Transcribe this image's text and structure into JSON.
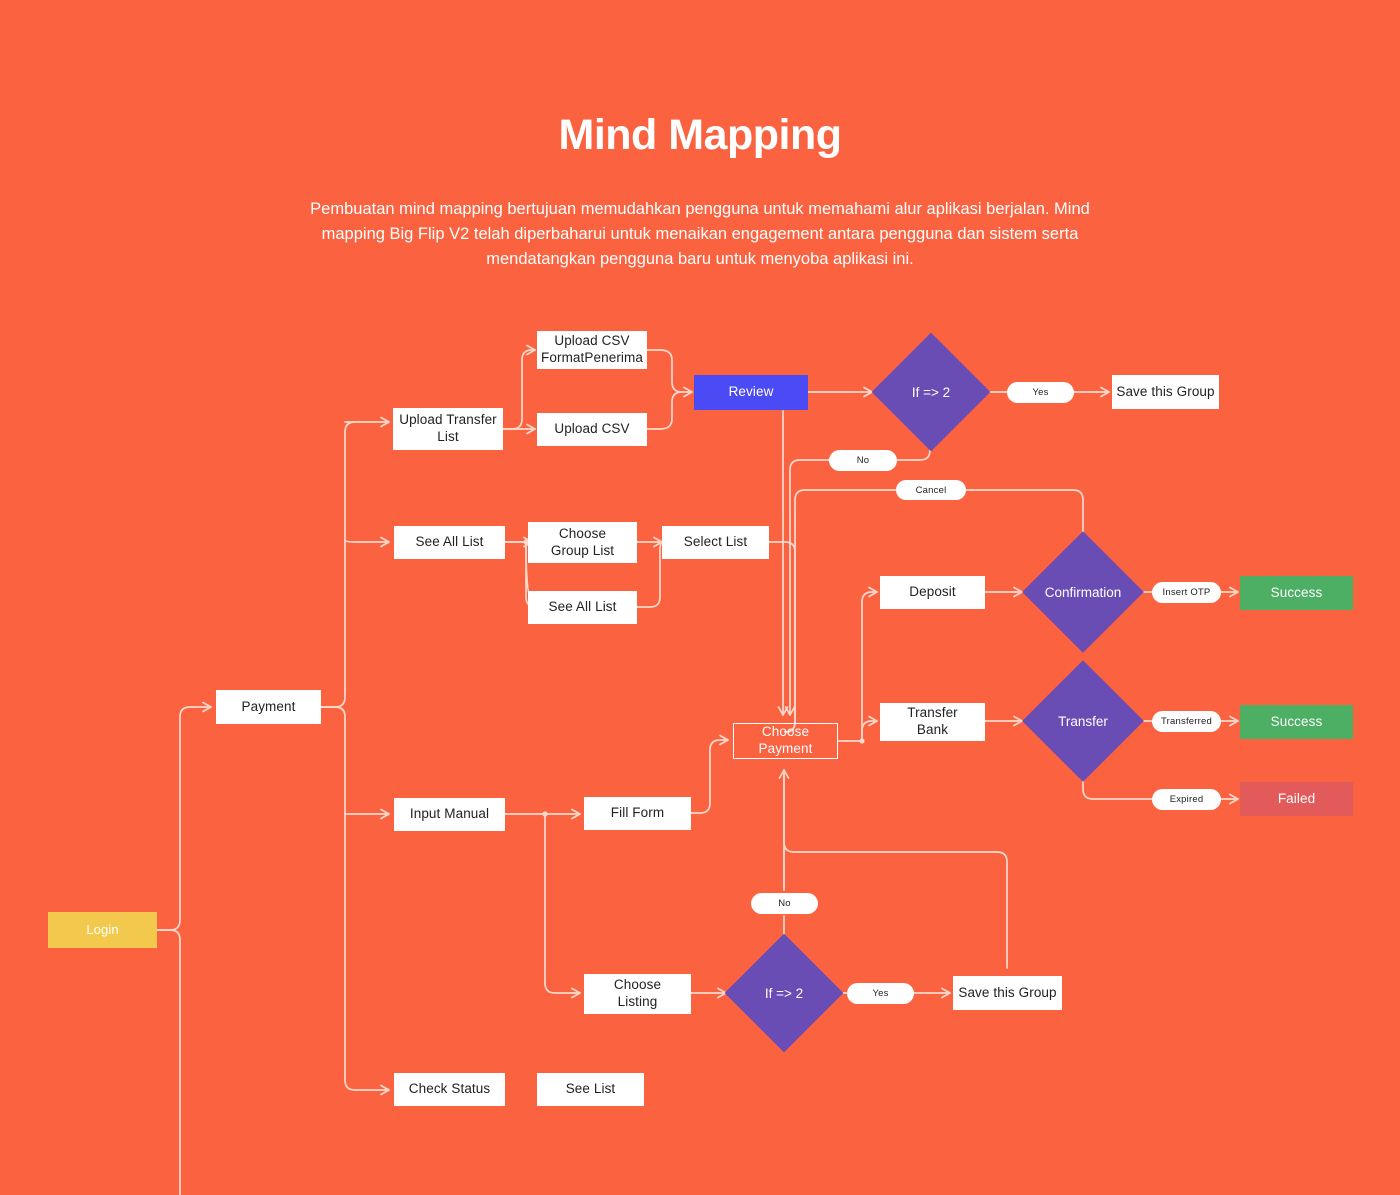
{
  "header": {
    "title": "Mind Mapping",
    "description": "Pembuatan mind mapping bertujuan memudahkan pengguna untuk memahami alur aplikasi berjalan. Mind mapping Big Flip V2 telah diperbaharui untuk menaikan engagement antara pengguna dan sistem serta mendatangkan pengguna baru untuk menyoba aplikasi ini."
  },
  "colors": {
    "background": "#FB6240",
    "connector": "#FFD9CC",
    "node_white": "#FFFFFF",
    "node_text_dark": "#222222",
    "decision_purple": "#6A4CB5",
    "process_blue": "#4B4BF5",
    "start_yellow": "#F2C94C",
    "success_green": "#4CAF63",
    "failed_red": "#E35A5A"
  },
  "chart_data": {
    "type": "diagram",
    "title": "Mind Mapping",
    "nodes": [
      {
        "id": "login",
        "label": "Login",
        "shape": "rect",
        "style": "yellow"
      },
      {
        "id": "payment",
        "label": "Payment",
        "shape": "rect",
        "style": "white"
      },
      {
        "id": "upload-transfer",
        "label": "Upload Transfer\nList",
        "shape": "rect",
        "style": "white"
      },
      {
        "id": "upload-csv-format",
        "label": "Upload CSV\nFormatPenerima",
        "shape": "rect",
        "style": "white"
      },
      {
        "id": "upload-csv",
        "label": "Upload CSV",
        "shape": "rect",
        "style": "white"
      },
      {
        "id": "review",
        "label": "Review",
        "shape": "rect",
        "style": "blue"
      },
      {
        "id": "if-2-top",
        "label": "If => 2",
        "shape": "diamond",
        "style": "purple"
      },
      {
        "id": "save-group-top",
        "label": "Save this Group",
        "shape": "rect",
        "style": "white"
      },
      {
        "id": "see-all-list-1",
        "label": "See All List",
        "shape": "rect",
        "style": "white"
      },
      {
        "id": "choose-group-list",
        "label": "Choose\nGroup List",
        "shape": "rect",
        "style": "white"
      },
      {
        "id": "see-all-list-2",
        "label": "See All List",
        "shape": "rect",
        "style": "white"
      },
      {
        "id": "select-list",
        "label": "Select List",
        "shape": "rect",
        "style": "white"
      },
      {
        "id": "choose-payment",
        "label": "Choose\nPayment",
        "shape": "rect",
        "style": "outline"
      },
      {
        "id": "deposit",
        "label": "Deposit",
        "shape": "rect",
        "style": "white"
      },
      {
        "id": "confirmation",
        "label": "Confirmation",
        "shape": "diamond",
        "style": "purple"
      },
      {
        "id": "success-deposit",
        "label": "Success",
        "shape": "rect",
        "style": "green"
      },
      {
        "id": "transfer-bank",
        "label": "Transfer\nBank",
        "shape": "rect",
        "style": "white"
      },
      {
        "id": "transfer",
        "label": "Transfer",
        "shape": "diamond",
        "style": "purple"
      },
      {
        "id": "success-transfer",
        "label": "Success",
        "shape": "rect",
        "style": "green"
      },
      {
        "id": "failed",
        "label": "Failed",
        "shape": "rect",
        "style": "red"
      },
      {
        "id": "input-manual",
        "label": "Input Manual",
        "shape": "rect",
        "style": "white"
      },
      {
        "id": "fill-form",
        "label": "Fill Form",
        "shape": "rect",
        "style": "white"
      },
      {
        "id": "choose-listing",
        "label": "Choose\nListing",
        "shape": "rect",
        "style": "white"
      },
      {
        "id": "if-2-bottom",
        "label": "If => 2",
        "shape": "diamond",
        "style": "purple"
      },
      {
        "id": "save-group-bottom",
        "label": "Save this Group",
        "shape": "rect",
        "style": "white"
      },
      {
        "id": "check-status",
        "label": "Check Status",
        "shape": "rect",
        "style": "white"
      },
      {
        "id": "see-list",
        "label": "See List",
        "shape": "rect",
        "style": "white"
      }
    ],
    "edge_labels": [
      {
        "id": "yes-top",
        "label": "Yes"
      },
      {
        "id": "no-top",
        "label": "No"
      },
      {
        "id": "cancel",
        "label": "Cancel"
      },
      {
        "id": "insert-otp",
        "label": "Insert OTP"
      },
      {
        "id": "transferred",
        "label": "Transferred"
      },
      {
        "id": "expired",
        "label": "Expired"
      },
      {
        "id": "no-bottom",
        "label": "No"
      },
      {
        "id": "yes-bottom",
        "label": "Yes"
      }
    ],
    "edges": [
      {
        "from": "login",
        "to": "payment"
      },
      {
        "from": "payment",
        "to": "upload-transfer"
      },
      {
        "from": "payment",
        "to": "see-all-list-1"
      },
      {
        "from": "payment",
        "to": "input-manual"
      },
      {
        "from": "payment",
        "to": "check-status"
      },
      {
        "from": "upload-transfer",
        "to": "upload-csv-format"
      },
      {
        "from": "upload-transfer",
        "to": "upload-csv"
      },
      {
        "from": "upload-csv-format",
        "to": "review"
      },
      {
        "from": "upload-csv",
        "to": "review"
      },
      {
        "from": "review",
        "to": "if-2-top"
      },
      {
        "from": "review",
        "to": "choose-payment"
      },
      {
        "from": "if-2-top",
        "to": "save-group-top",
        "label": "Yes"
      },
      {
        "from": "if-2-top",
        "to": "choose-payment",
        "label": "No"
      },
      {
        "from": "see-all-list-1",
        "to": "choose-group-list"
      },
      {
        "from": "see-all-list-1",
        "to": "see-all-list-2"
      },
      {
        "from": "choose-group-list",
        "to": "select-list"
      },
      {
        "from": "see-all-list-2",
        "to": "select-list"
      },
      {
        "from": "select-list",
        "to": "choose-payment"
      },
      {
        "from": "choose-payment",
        "to": "deposit"
      },
      {
        "from": "choose-payment",
        "to": "transfer-bank"
      },
      {
        "from": "deposit",
        "to": "confirmation"
      },
      {
        "from": "confirmation",
        "to": "success-deposit",
        "label": "Insert OTP"
      },
      {
        "from": "confirmation",
        "to": "choose-payment",
        "label": "Cancel"
      },
      {
        "from": "transfer-bank",
        "to": "transfer"
      },
      {
        "from": "transfer",
        "to": "success-transfer",
        "label": "Transferred"
      },
      {
        "from": "transfer",
        "to": "failed",
        "label": "Expired"
      },
      {
        "from": "input-manual",
        "to": "fill-form"
      },
      {
        "from": "input-manual",
        "to": "choose-listing"
      },
      {
        "from": "fill-form",
        "to": "choose-payment"
      },
      {
        "from": "choose-listing",
        "to": "if-2-bottom"
      },
      {
        "from": "if-2-bottom",
        "to": "save-group-bottom",
        "label": "Yes"
      },
      {
        "from": "if-2-bottom",
        "to": "choose-payment",
        "label": "No"
      },
      {
        "from": "save-group-bottom",
        "to": "choose-payment"
      },
      {
        "from": "check-status",
        "to": "see-list"
      }
    ]
  }
}
